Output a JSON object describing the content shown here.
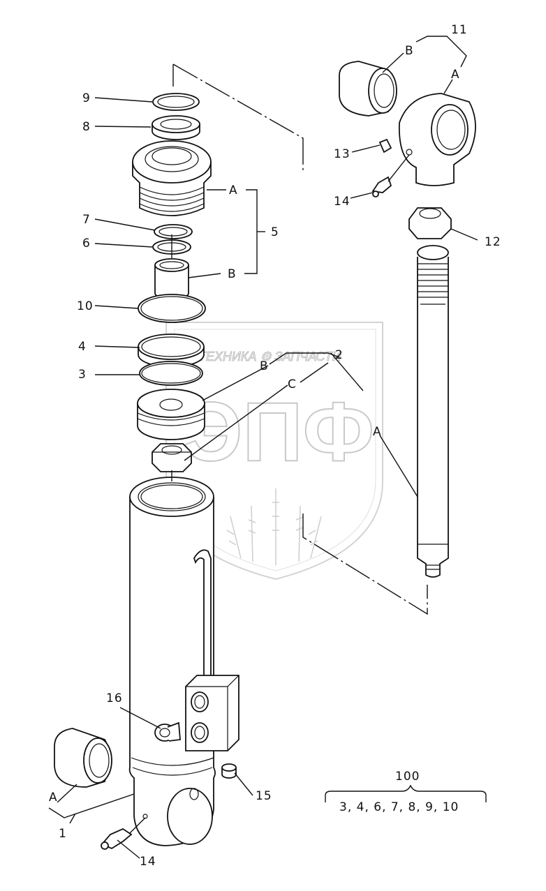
{
  "labels": {
    "n1": "1",
    "n2": "2",
    "n3": "3",
    "n4": "4",
    "n5": "5",
    "n6": "6",
    "n7": "7",
    "n8": "8",
    "n9": "9",
    "n10": "10",
    "n11": "11",
    "n12": "12",
    "n13": "13",
    "n14_top": "14",
    "n14_bottom": "14",
    "n15": "15",
    "n16": "16",
    "a_gland": "A",
    "b_gland": "B",
    "b_piston": "B",
    "c_piston": "C",
    "a_piston": "A",
    "b_bush_top": "B",
    "a_eye_top": "A",
    "a_bush_bottom": "A"
  },
  "kit": {
    "number": "100",
    "contents": "3, 4, 6, 7, 8, 9, 10"
  },
  "watermark": {
    "line": "ТЕХНИКА ⚙ ЗАПЧАСТИ",
    "big": "ЭПФ"
  }
}
